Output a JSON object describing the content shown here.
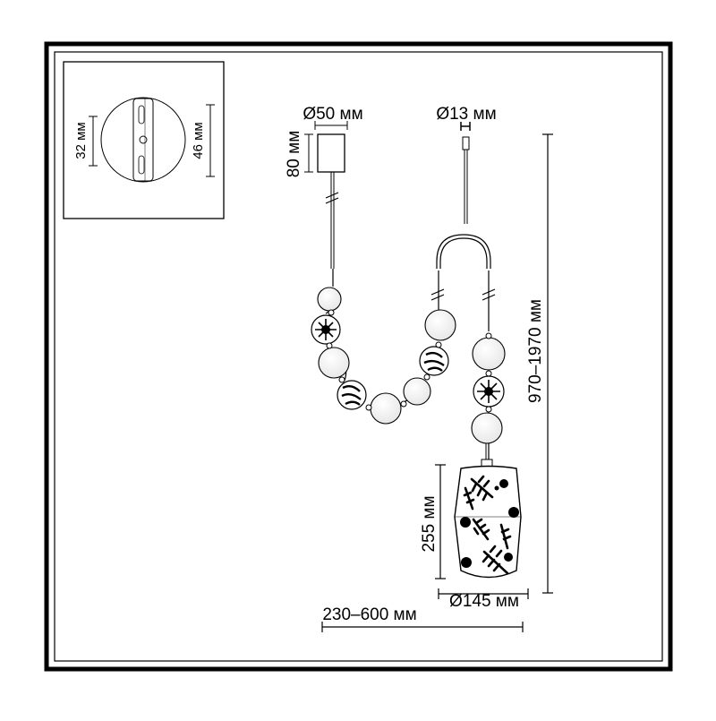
{
  "drawing": {
    "inset": {
      "label_left": "32 мм",
      "label_right": "46 мм"
    },
    "labels": {
      "canopy_diameter": "Ø50 мм",
      "canopy_height": "80 мм",
      "rod_diameter": "Ø13 мм",
      "total_height": "970–1970 мм",
      "shade_height": "255 мм",
      "shade_diameter": "Ø145 мм",
      "total_width": "230–600 мм"
    }
  }
}
